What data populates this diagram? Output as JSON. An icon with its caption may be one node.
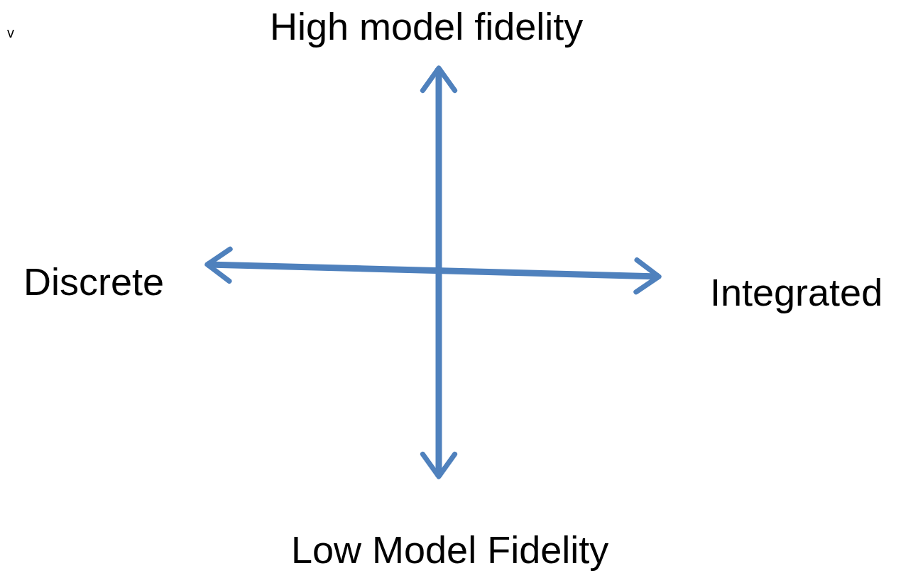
{
  "diagram": {
    "labels": [
      "v",
      "High model fidelity",
      "Discrete",
      "Integrated",
      "Low Model Fidelity"
    ]
  }
}
